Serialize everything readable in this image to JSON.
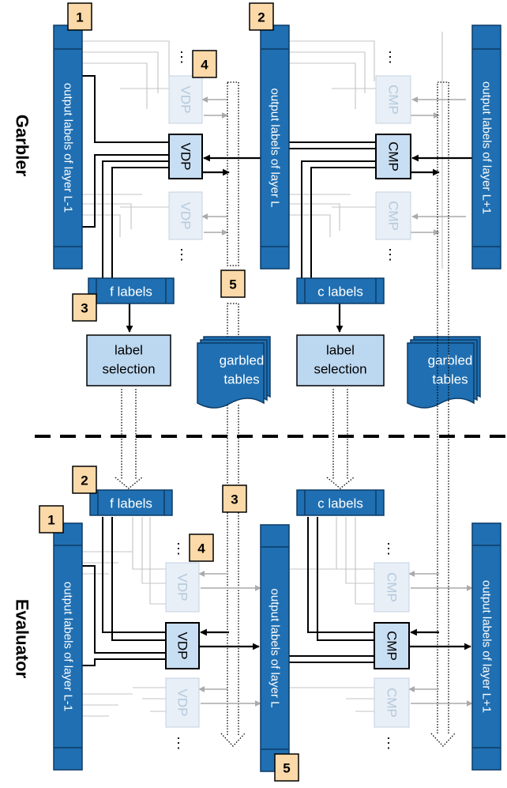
{
  "sections": {
    "garbler": "Garbler",
    "evaluator": "Evaluator"
  },
  "layers": {
    "prev": "output labels of layer L-1",
    "cur": "output labels of layer L",
    "next": "output labels of layer L+1"
  },
  "garbler": {
    "gate_vdp": "VDP",
    "gate_cmp": "CMP",
    "f_labels": "f labels",
    "c_labels": "c labels",
    "selection": [
      "label",
      "selection"
    ],
    "tables": [
      "garbled",
      "tables"
    ],
    "badges": {
      "b1": "1",
      "b2": "2",
      "b3": "3",
      "b4": "4",
      "b5": "5"
    }
  },
  "evaluator": {
    "gate_vdp": "VDP",
    "gate_cmp": "CMP",
    "f_labels": "f labels",
    "c_labels": "c labels",
    "badges": {
      "b1": "1",
      "b2": "2",
      "b3": "3",
      "b4": "4",
      "b5": "5"
    }
  },
  "ellipsis": "⋮",
  "colors": {
    "layer_bar": "#1f6fb2",
    "layer_bar_dark": "#145089",
    "gate_fill": "#c8def3",
    "gate_faded_text": "#b5c9dc",
    "selection_fill": "#bcd7f0",
    "badge_fill": "#fbd9a8",
    "thin_line": "#bdbdbd",
    "arrow_gray": "#a9a9a9"
  }
}
